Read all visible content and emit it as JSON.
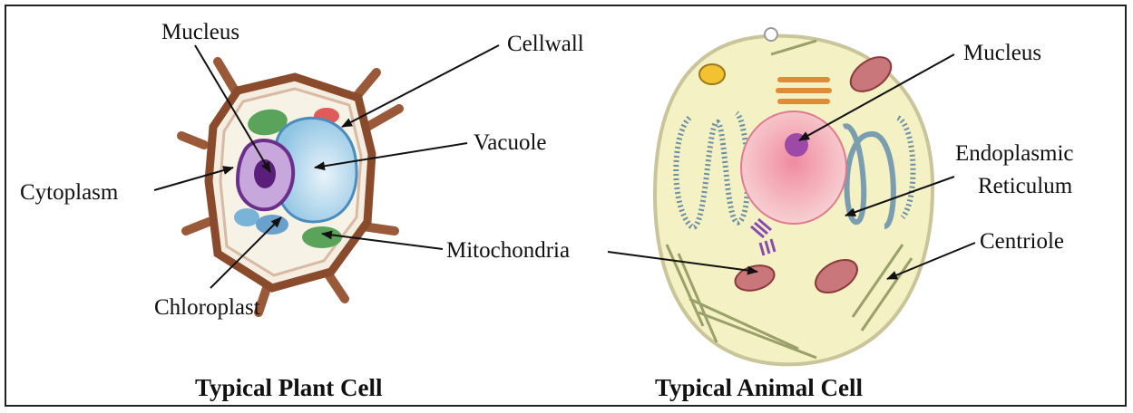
{
  "plant_cell": {
    "caption": "Typical Plant Cell",
    "labels": {
      "nucleus": "Mucleus",
      "cellwall": "Cellwall",
      "vacuole": "Vacuole",
      "cytoplasm": "Cytoplasm",
      "chloroplast": "Chloroplast"
    }
  },
  "shared": {
    "mitochondria": "Mitochondria"
  },
  "animal_cell": {
    "caption": "Typical Animal Cell",
    "labels": {
      "nucleus": "Mucleus",
      "er_line1": "Endoplasmic",
      "er_line2": "Reticulum",
      "centriole": "Centriole"
    }
  },
  "colors": {
    "cell_wall": "#9a5a3a",
    "cytoplasm_plant": "#f3ead8",
    "vacuole": "#b9dcef",
    "nucleus_plant": "#7a3a9a",
    "chloroplast": "#5aa35a",
    "animal_cytoplasm": "#f4f1c4",
    "animal_nucleus": "#f6b8bf",
    "nucleolus": "#9c4aa6",
    "mitochondria": "#c9777a",
    "er": "#7a9db0"
  }
}
